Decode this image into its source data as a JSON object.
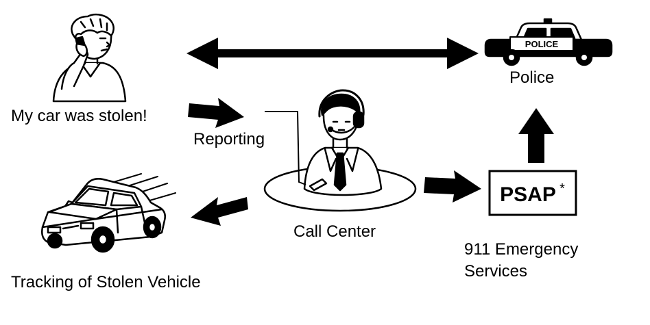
{
  "labels": {
    "caller_quote": "My car was stolen!",
    "reporting": "Reporting",
    "call_center": "Call Center",
    "police": "Police",
    "psap": "PSAP",
    "psap_asterisk": "*",
    "police_car_sign": "POLICE",
    "emergency_line1": "911 Emergency",
    "emergency_line2": "Services",
    "tracking": "Tracking of Stolen Vehicle"
  },
  "colors": {
    "ink": "#000000",
    "paper": "#ffffff"
  },
  "icons": [
    "caller-person-icon",
    "call-center-operator-icon",
    "police-car-icon",
    "stolen-car-icon"
  ]
}
